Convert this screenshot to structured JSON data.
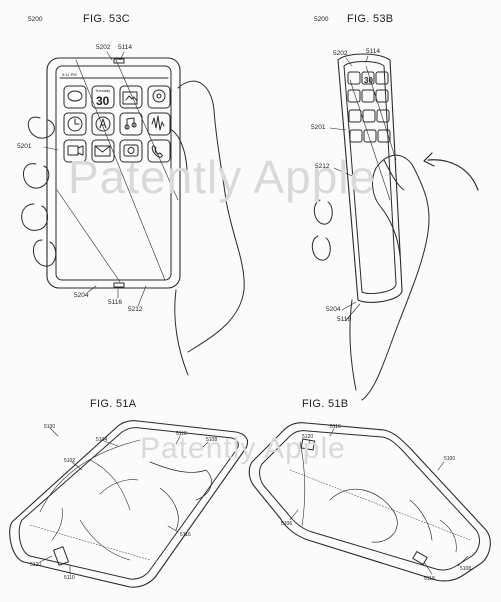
{
  "figures": {
    "fig53c": {
      "title": "FIG. 53C",
      "id": "5200",
      "refs": [
        "5202",
        "5114",
        "5201",
        "5204",
        "5116",
        "5212"
      ]
    },
    "fig53b": {
      "title": "FIG. 53B",
      "id": "5200",
      "refs": [
        "5202",
        "5114",
        "5201",
        "5212",
        "5204",
        "5116"
      ]
    },
    "fig51a": {
      "title": "FIG. 51A",
      "id": "5100",
      "refs": [
        "5104",
        "5118",
        "5108",
        "5102",
        "5116",
        "5120",
        "5110"
      ]
    },
    "fig51b": {
      "title": "FIG. 51B",
      "id": "5100",
      "refs": [
        "5110",
        "5120",
        "5106",
        "5118",
        "5108"
      ]
    }
  },
  "phone_status": {
    "time": "5:11 PM"
  },
  "calendar_icon": {
    "weekday": "Tuesday",
    "day": "30"
  },
  "watermark": "Patently Apple",
  "icons": [
    "messages-icon",
    "calendar-icon",
    "photos-icon",
    "camera-icon",
    "clock-icon",
    "app-store-icon",
    "music-icon",
    "voice-memos-icon",
    "video-icon",
    "mail-icon",
    "camera-app-icon",
    "phone-icon"
  ]
}
